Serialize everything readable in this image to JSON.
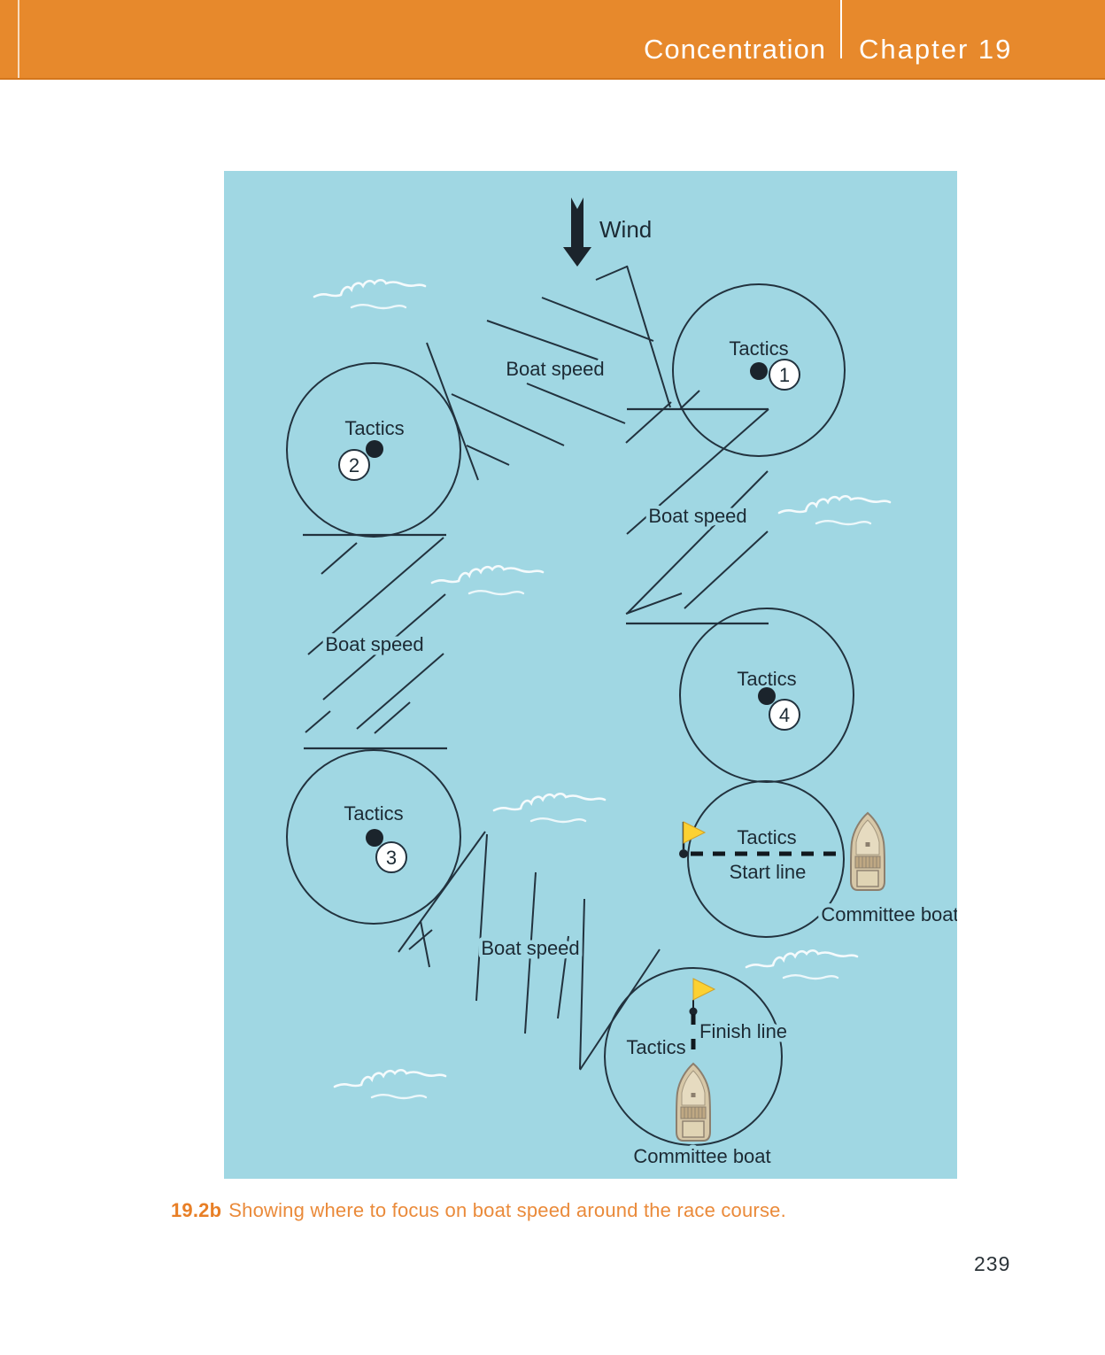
{
  "header": {
    "section": "Concentration",
    "chapter": "Chapter 19"
  },
  "diagram": {
    "wind_label": "Wind",
    "legs": [
      {
        "label": "Boat speed"
      },
      {
        "label": "Boat speed"
      },
      {
        "label": "Boat speed"
      },
      {
        "label": "Boat speed"
      }
    ],
    "marks": [
      {
        "number": "1",
        "label": "Tactics"
      },
      {
        "number": "2",
        "label": "Tactics"
      },
      {
        "number": "3",
        "label": "Tactics"
      },
      {
        "number": "4",
        "label": "Tactics"
      }
    ],
    "start": {
      "tactics_label": "Tactics",
      "line_label": "Start line",
      "boat_label": "Committee boat"
    },
    "finish": {
      "tactics_label": "Tactics",
      "line_label": "Finish line",
      "boat_label": "Committee boat"
    }
  },
  "caption": {
    "number": "19.2b",
    "text": "Showing where to focus on boat speed around the race course."
  },
  "page_number": "239",
  "colors": {
    "header_orange": "#e7892c",
    "caption_orange": "#ea8a3a",
    "water_blue": "#a0d7e3",
    "line_navy": "#22323e",
    "text_navy": "#1c2a34",
    "flag_yellow": "#fcd132",
    "boat_hull_tan": "#d7c8a8",
    "boat_shadow_teal": "#35b7ce",
    "wave_white": "#ffffff"
  }
}
